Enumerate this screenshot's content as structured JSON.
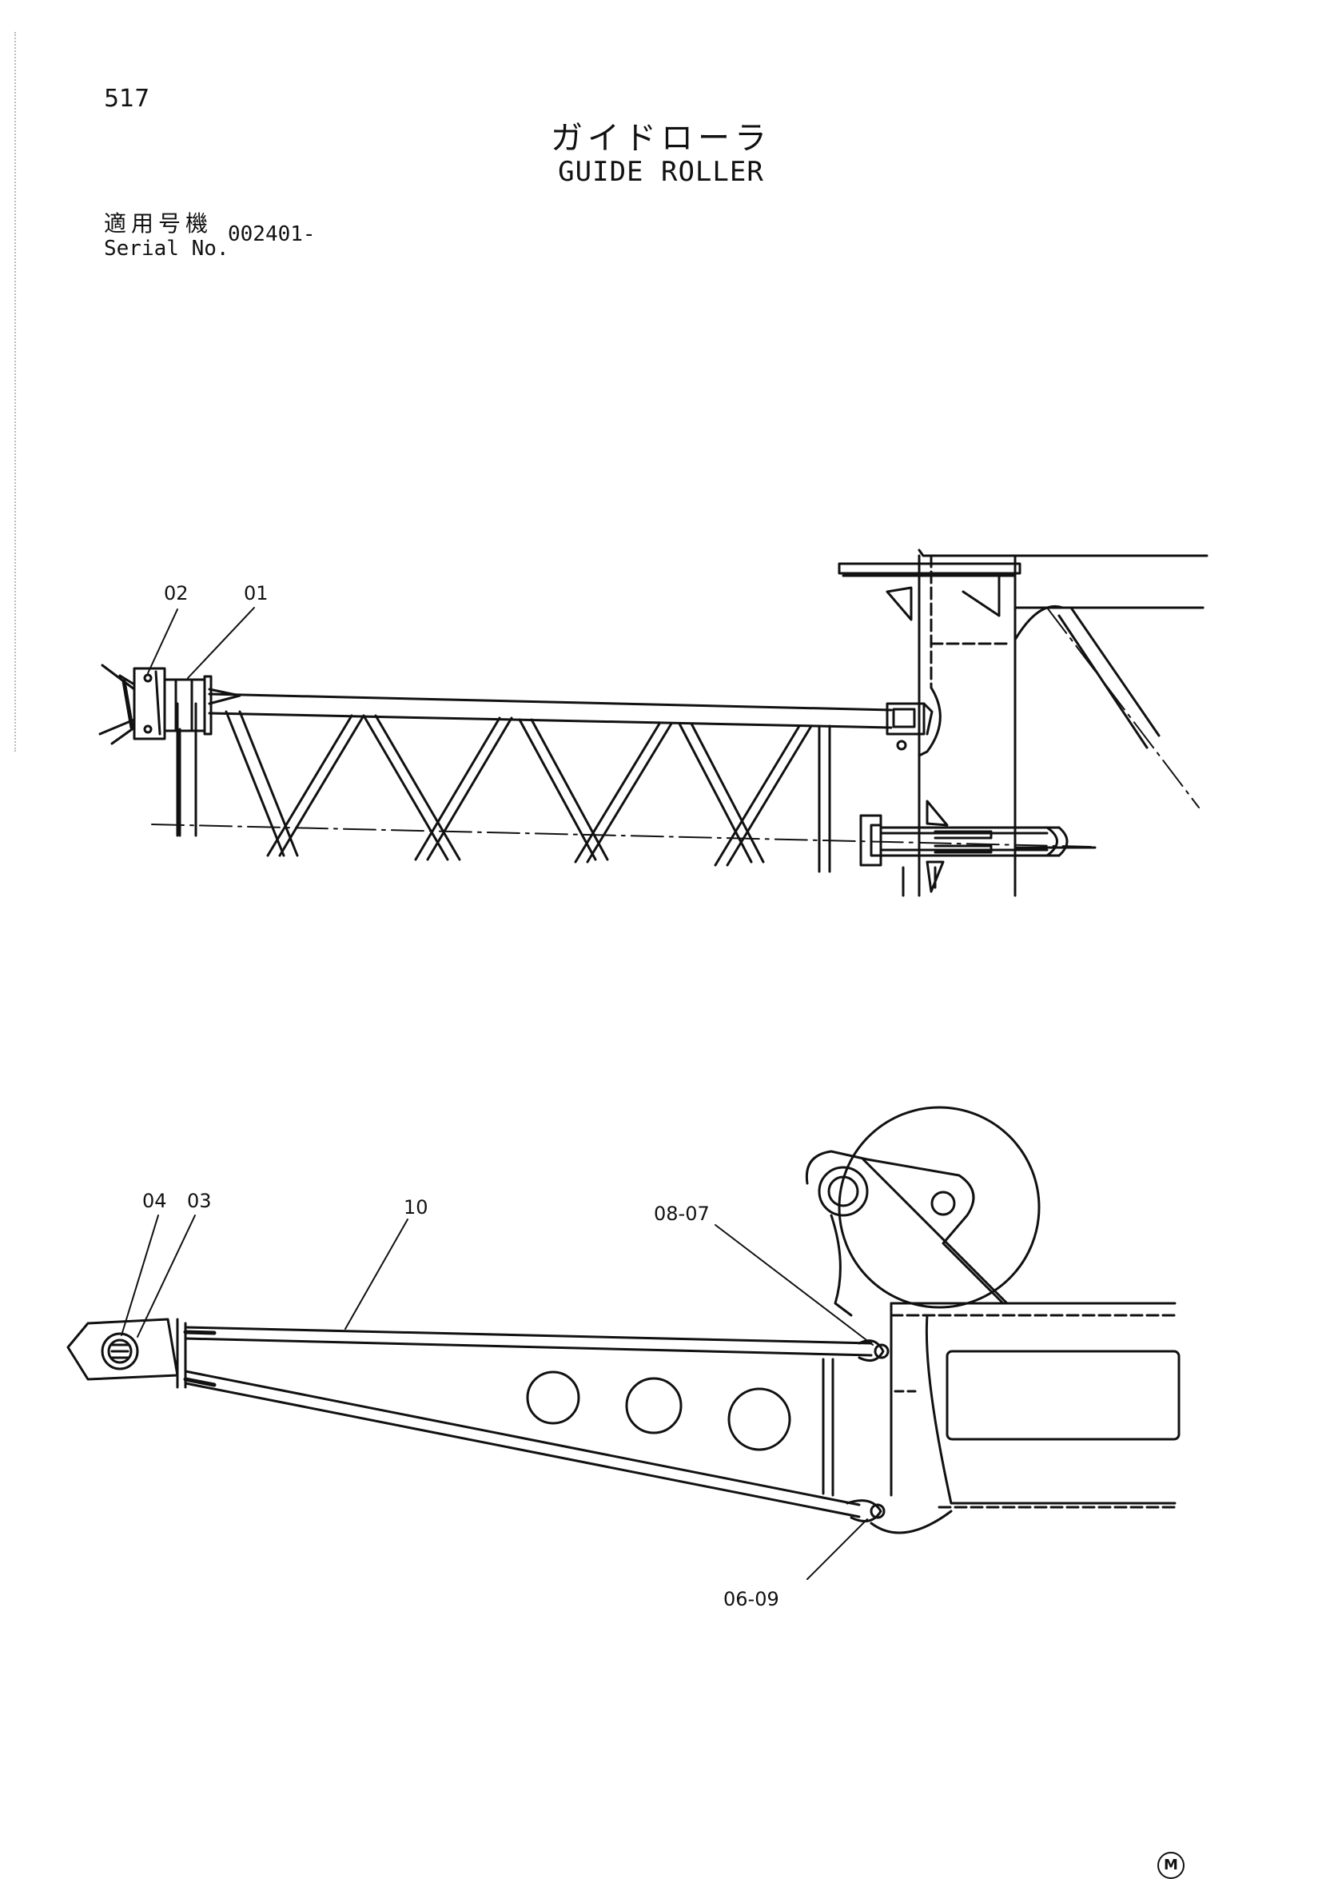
{
  "page_number": "517",
  "title_jp": "ガイドローラ",
  "title_en": "GUIDE ROLLER",
  "serial": {
    "label_jp": "適用号機",
    "label_en": "Serial No.",
    "value": "002401-"
  },
  "callouts": {
    "c02": "02",
    "c01": "01",
    "c04": "04",
    "c03": "03",
    "c10": "10",
    "c0807": "08-07",
    "c0609": "06-09"
  },
  "mark": "M"
}
